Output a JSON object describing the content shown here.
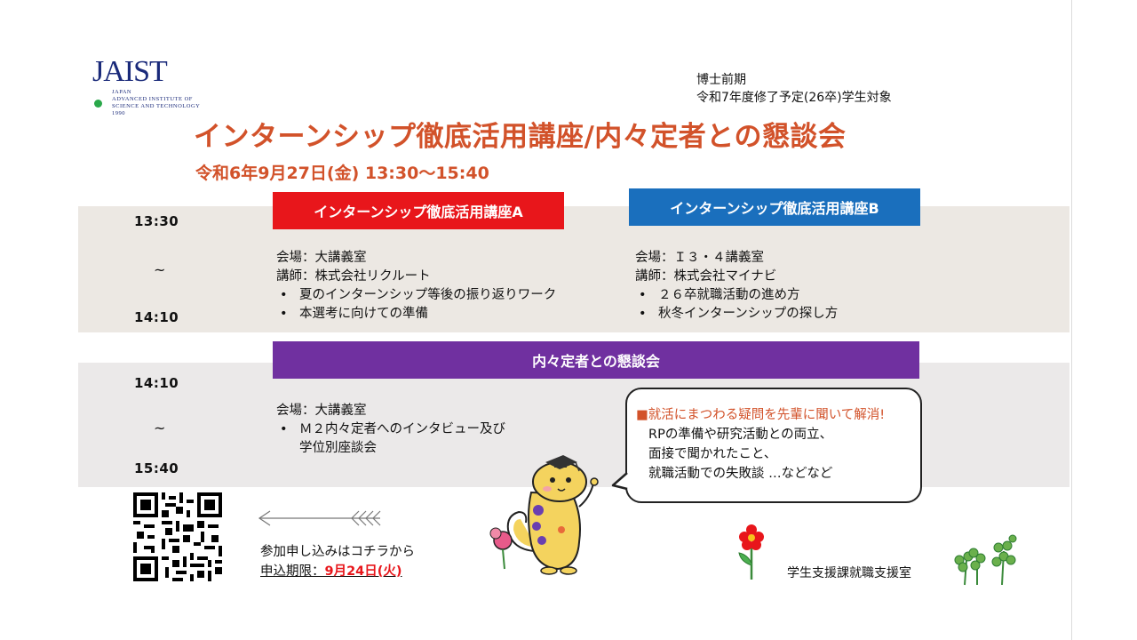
{
  "logo": {
    "name": "JAIST",
    "tagline": "JAPAN\nADVANCED INSTITUTE OF\nSCIENCE AND TECHNOLOGY\n1990"
  },
  "target": {
    "line1": "博士前期",
    "line2": "令和7年度修了予定(26卒)学生対象"
  },
  "title": "インターンシップ徹底活用講座/内々定者との懇談会",
  "date": "令和6年9月27日(金) 13:30～15:40",
  "session1": {
    "start": "13:30",
    "sep": "~",
    "end": "14:10",
    "a": {
      "header": "インターンシップ徹底活用講座A",
      "venue": "会場：大講義室",
      "lecturer": "講師：株式会社リクルート",
      "items": [
        "夏のインターンシップ等後の振り返りワーク",
        "本選考に向けての準備"
      ]
    },
    "b": {
      "header": "インターンシップ徹底活用講座B",
      "venue": "会場：Ｉ３・４講義室",
      "lecturer": "講師：株式会社マイナビ",
      "items": [
        "２６卒就職活動の進め方",
        "秋冬インターンシップの探し方"
      ]
    }
  },
  "session2": {
    "start": "14:10",
    "sep": "~",
    "end": "15:40",
    "header": "内々定者との懇談会",
    "venue": "会場：大講義室",
    "items": [
      "Ｍ２内々定者へのインタビュー及び",
      "学位別座談会"
    ]
  },
  "bubble": {
    "headline": "■就活にまつわる疑問を先輩に聞いて解消!",
    "line1": "RPの準備や研究活動との両立、",
    "line2": "面接で聞かれたこと、",
    "line3": "就職活動での失敗談 …などなど"
  },
  "apply": {
    "text": "参加申し込みはコチラから",
    "deadline_label": "申込期限：",
    "deadline_value": "9月24日(火)"
  },
  "department": "学生支援課就職支援室",
  "colors": {
    "title": "#d2522a",
    "header_a": "#e8161b",
    "header_b": "#1a6fbd",
    "header_c": "#7030a0"
  }
}
